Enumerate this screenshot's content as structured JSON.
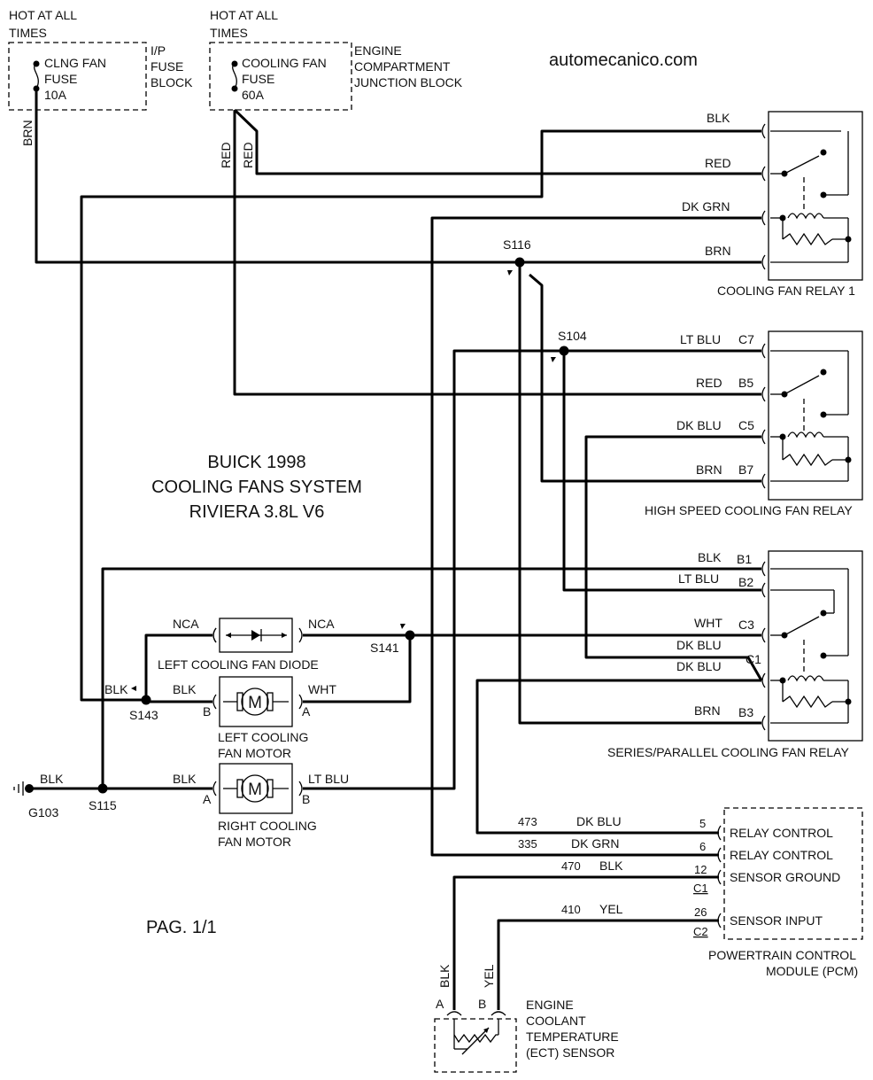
{
  "watermark": "automecanico.com",
  "title": {
    "line1": "BUICK 1998",
    "line2": "COOLING FANS SYSTEM",
    "line3": "RIVIERA 3.8L V6"
  },
  "page_label": "PAG. 1/1",
  "fuse_ip": {
    "hot1": "HOT AT ALL",
    "hot2": "TIMES",
    "name1": "CLNG FAN",
    "name2": "FUSE",
    "rating": "10A",
    "block1": "I/P",
    "block2": "FUSE",
    "block3": "BLOCK"
  },
  "fuse_engine": {
    "hot1": "HOT AT ALL",
    "hot2": "TIMES",
    "name1": "COOLING FAN",
    "name2": "FUSE",
    "rating": "60A",
    "block1": "ENGINE",
    "block2": "COMPARTMENT",
    "block3": "JUNCTION BLOCK"
  },
  "relay1": {
    "label": "COOLING FAN RELAY 1",
    "w_blk": "BLK",
    "w_red": "RED",
    "w_dkgrn": "DK GRN",
    "w_brn": "BRN"
  },
  "relay_hs": {
    "label": "HIGH SPEED COOLING FAN RELAY",
    "w_ltblu": "LT BLU",
    "p_c7": "C7",
    "w_red": "RED",
    "p_b5": "B5",
    "w_dkblu": "DK BLU",
    "p_c5": "C5",
    "w_brn": "BRN",
    "p_b7": "B7"
  },
  "relay_sp": {
    "label": "SERIES/PARALLEL COOLING FAN RELAY",
    "w_blk": "BLK",
    "p_b1": "B1",
    "w_ltblu": "LT BLU",
    "p_b2": "B2",
    "w_wht": "WHT",
    "p_c3": "C3",
    "w_dkblu1": "DK BLU",
    "p_c1": "C1",
    "w_dkblu2": "DK BLU",
    "w_brn": "BRN",
    "p_b3": "B3"
  },
  "splices": {
    "s116": "S116",
    "s104": "S104",
    "s141": "S141",
    "s143": "S143",
    "s115": "S115",
    "g103": "G103"
  },
  "wires": {
    "brn": "BRN",
    "red1": "RED",
    "red2": "RED",
    "blk_s143": "BLK",
    "blk_lmotor": "BLK",
    "wht_lmotor": "WHT",
    "nca_left": "NCA",
    "nca_right": "NCA",
    "blk_ground": "BLK",
    "blk_rmotor": "BLK",
    "ltblu_rmotor": "LT BLU",
    "blk_ect": "BLK",
    "yel_ect": "YEL"
  },
  "diode": {
    "label": "LEFT COOLING FAN DIODE"
  },
  "left_motor": {
    "label1": "LEFT COOLING",
    "label2": "FAN MOTOR",
    "pin_a": "A",
    "pin_b": "B",
    "symbol": "M"
  },
  "right_motor": {
    "label1": "RIGHT COOLING",
    "label2": "FAN MOTOR",
    "pin_a": "A",
    "pin_b": "B",
    "symbol": "M"
  },
  "pcm": {
    "label1": "POWERTRAIN CONTROL",
    "label2": "MODULE (PCM)",
    "rows": [
      {
        "circuit": "473",
        "color": "DK BLU",
        "pin": "5",
        "func": "RELAY CONTROL",
        "conn": ""
      },
      {
        "circuit": "335",
        "color": "DK GRN",
        "pin": "6",
        "func": "RELAY CONTROL",
        "conn": ""
      },
      {
        "circuit": "470",
        "color": "BLK",
        "pin": "12",
        "func": "SENSOR GROUND",
        "conn": "C1"
      },
      {
        "circuit": "410",
        "color": "YEL",
        "pin": "26",
        "func": "SENSOR INPUT",
        "conn": "C2"
      }
    ]
  },
  "ect": {
    "label1": "ENGINE",
    "label2": "COOLANT",
    "label3": "TEMPERATURE",
    "label4": "(ECT) SENSOR",
    "pin_a": "A",
    "pin_b": "B"
  }
}
